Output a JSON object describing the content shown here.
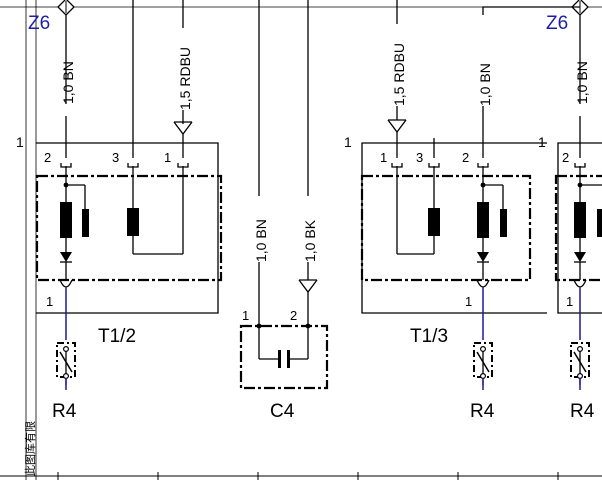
{
  "diagram": {
    "ground_refs": [
      "Z6",
      "Z6"
    ],
    "wires": [
      {
        "label": "1,0 BN"
      },
      {
        "label": "1,5 RDBU"
      },
      {
        "label": "1,0 BN"
      },
      {
        "label": "1,0 BK"
      },
      {
        "label": "1,5 RDBU"
      },
      {
        "label": "1,0 BN"
      },
      {
        "label": "1,0 BN"
      }
    ],
    "components": {
      "t12": {
        "name": "T1/2",
        "pins": [
          "2",
          "3",
          "1",
          "1"
        ]
      },
      "t13": {
        "name": "T1/3",
        "pins": [
          "1",
          "3",
          "2",
          "1"
        ]
      },
      "c4": {
        "name": "C4",
        "pins": [
          "1",
          "2"
        ]
      },
      "r4": [
        "R4",
        "R4",
        "R4"
      ]
    },
    "row_markers": [
      "1",
      "1",
      "1"
    ],
    "side_text": "此图库有限"
  },
  "colors": {
    "ground_label": "#1e1ea8",
    "line": "#000000",
    "resistor_link": "#1a1aa0"
  }
}
